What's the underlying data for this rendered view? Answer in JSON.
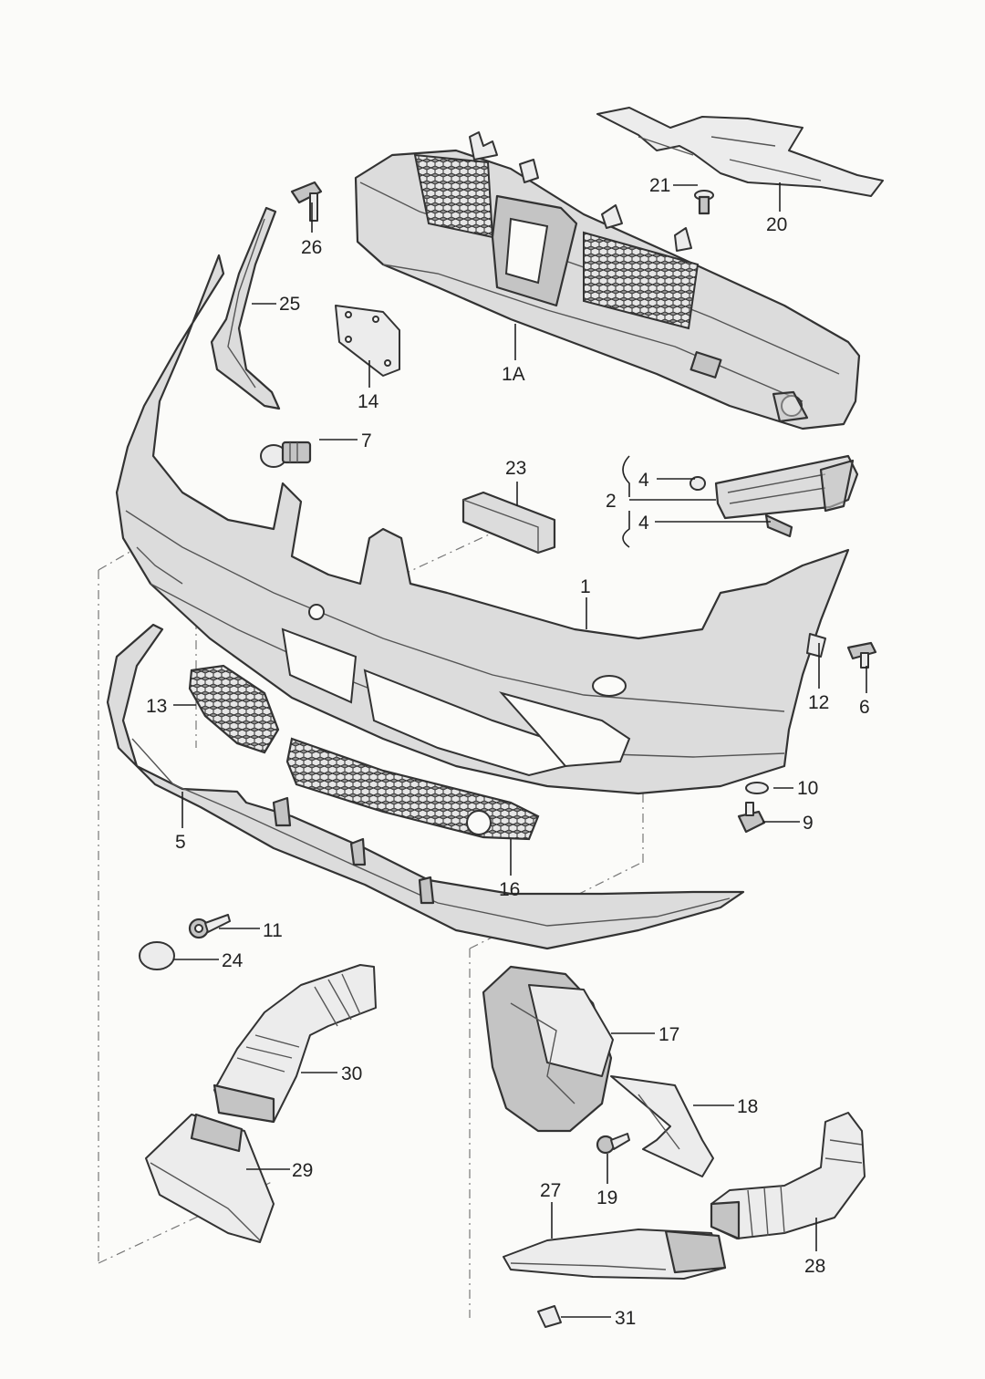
{
  "diagram": {
    "type": "exploded-parts-diagram",
    "callouts": {
      "c1": "1",
      "c1A": "1A",
      "c2": "2",
      "c4a": "4",
      "c4b": "4",
      "c5": "5",
      "c6": "6",
      "c7": "7",
      "c9": "9",
      "c10": "10",
      "c11": "11",
      "c12": "12",
      "c13": "13",
      "c14": "14",
      "c16": "16",
      "c17": "17",
      "c18": "18",
      "c19": "19",
      "c20": "20",
      "c21": "21",
      "c23": "23",
      "c24": "24",
      "c25": "25",
      "c26": "26",
      "c27": "27",
      "c28": "28",
      "c29": "29",
      "c30": "30",
      "c31": "31"
    }
  }
}
